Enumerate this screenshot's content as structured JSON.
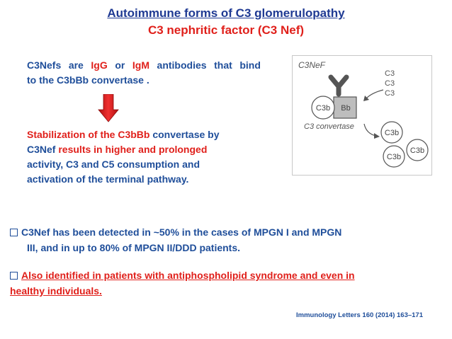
{
  "title": "Autoimmune forms of C3 glomerulopathy",
  "subtitle": "C3 nephritic factor (C3 Nef)",
  "para1": {
    "w1": "C3Nefs",
    "w2": "are",
    "igg": "IgG",
    "w4": "or",
    "igm": "IgM",
    "w6": "antibodies",
    "w7": "that",
    "w8": "bind",
    "line2": "to  the  C3bBb convertase ."
  },
  "para2": {
    "l1_red": "Stabilization  of  the  C3bBb",
    "l1_blue": "convertase  by",
    "l2_blue": "C3Nef",
    "l2_red": "results  in  higher  and  prolonged",
    "l3": "activity,  C3  and  C5  consumption and",
    "l4": "activation  of  the  terminal  pathway."
  },
  "diagram": {
    "label_c3nef": "C3NeF",
    "c3_list": [
      "C3",
      "C3",
      "C3"
    ],
    "c3b": "C3b",
    "bb": "Bb",
    "convertase": "C3 convertase",
    "products": [
      "C3b",
      "C3b",
      "C3b"
    ]
  },
  "bullet1": {
    "line1": "C3Nef  has  been  detected  in  ~50%  in  the  cases  of  MPGN  I  and  MPGN",
    "line2": "III,  and  in  up  to  80%  of  MPGN  II/DDD  patients."
  },
  "bullet2": {
    "line1": "Also  identified  in patients  with  antiphospholipid  syndrome  and  even  in",
    "line2": "healthy  individuals."
  },
  "citation": "Immunology  Letters  160  (2014)  163–171",
  "colors": {
    "blue": "#1f4e9a",
    "red": "#e0201b",
    "title_blue": "#1f3a93"
  }
}
